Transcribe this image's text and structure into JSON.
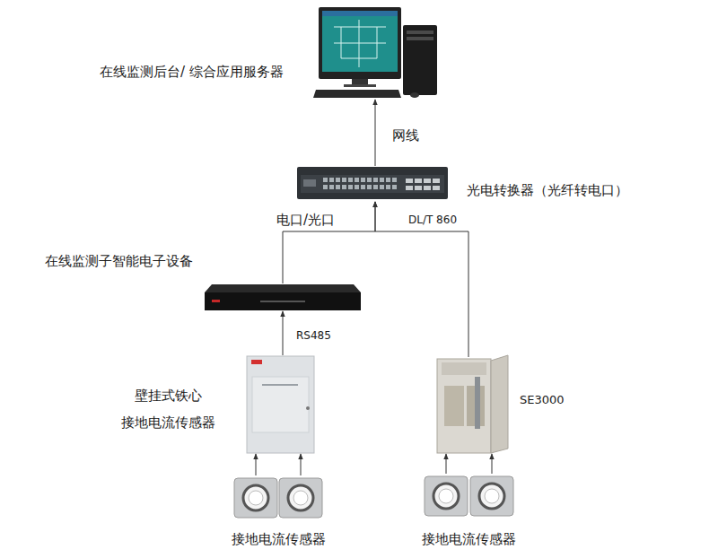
{
  "diagram": {
    "nodes": [
      {
        "text": [
          "在线监测后台/ 综合应用服务器"
        ]
      },
      {
        "text": [
          "光电转换器（光纤转电口）"
        ]
      },
      {
        "text": [
          "在线监测子智能电子设备"
        ]
      },
      {
        "text": [
          "壁挂式铁心 接地电流传感器"
        ]
      },
      {
        "text": [
          "SE3000"
        ]
      },
      {
        "text": [
          "接地电流传感器"
        ]
      },
      {
        "text": [
          "接地电流传感器"
        ]
      }
    ],
    "edges": [
      {
        "from": 5,
        "to": 3,
        "arrow": "to"
      },
      {
        "from": 5,
        "to": 3,
        "arrow": "to"
      },
      {
        "from": 6,
        "to": 4,
        "arrow": "to"
      },
      {
        "from": 6,
        "to": 4,
        "arrow": "to"
      },
      {
        "from": 3,
        "to": 2,
        "label": "RS485",
        "arrow": "to"
      },
      {
        "from": 2,
        "to": 1,
        "label": "电口/光口",
        "arrow": "to"
      },
      {
        "from": 4,
        "to": 1,
        "label": "DL/T 860",
        "arrow": "to"
      },
      {
        "from": 1,
        "to": 0,
        "label": "网线",
        "arrow": "to"
      }
    ]
  }
}
